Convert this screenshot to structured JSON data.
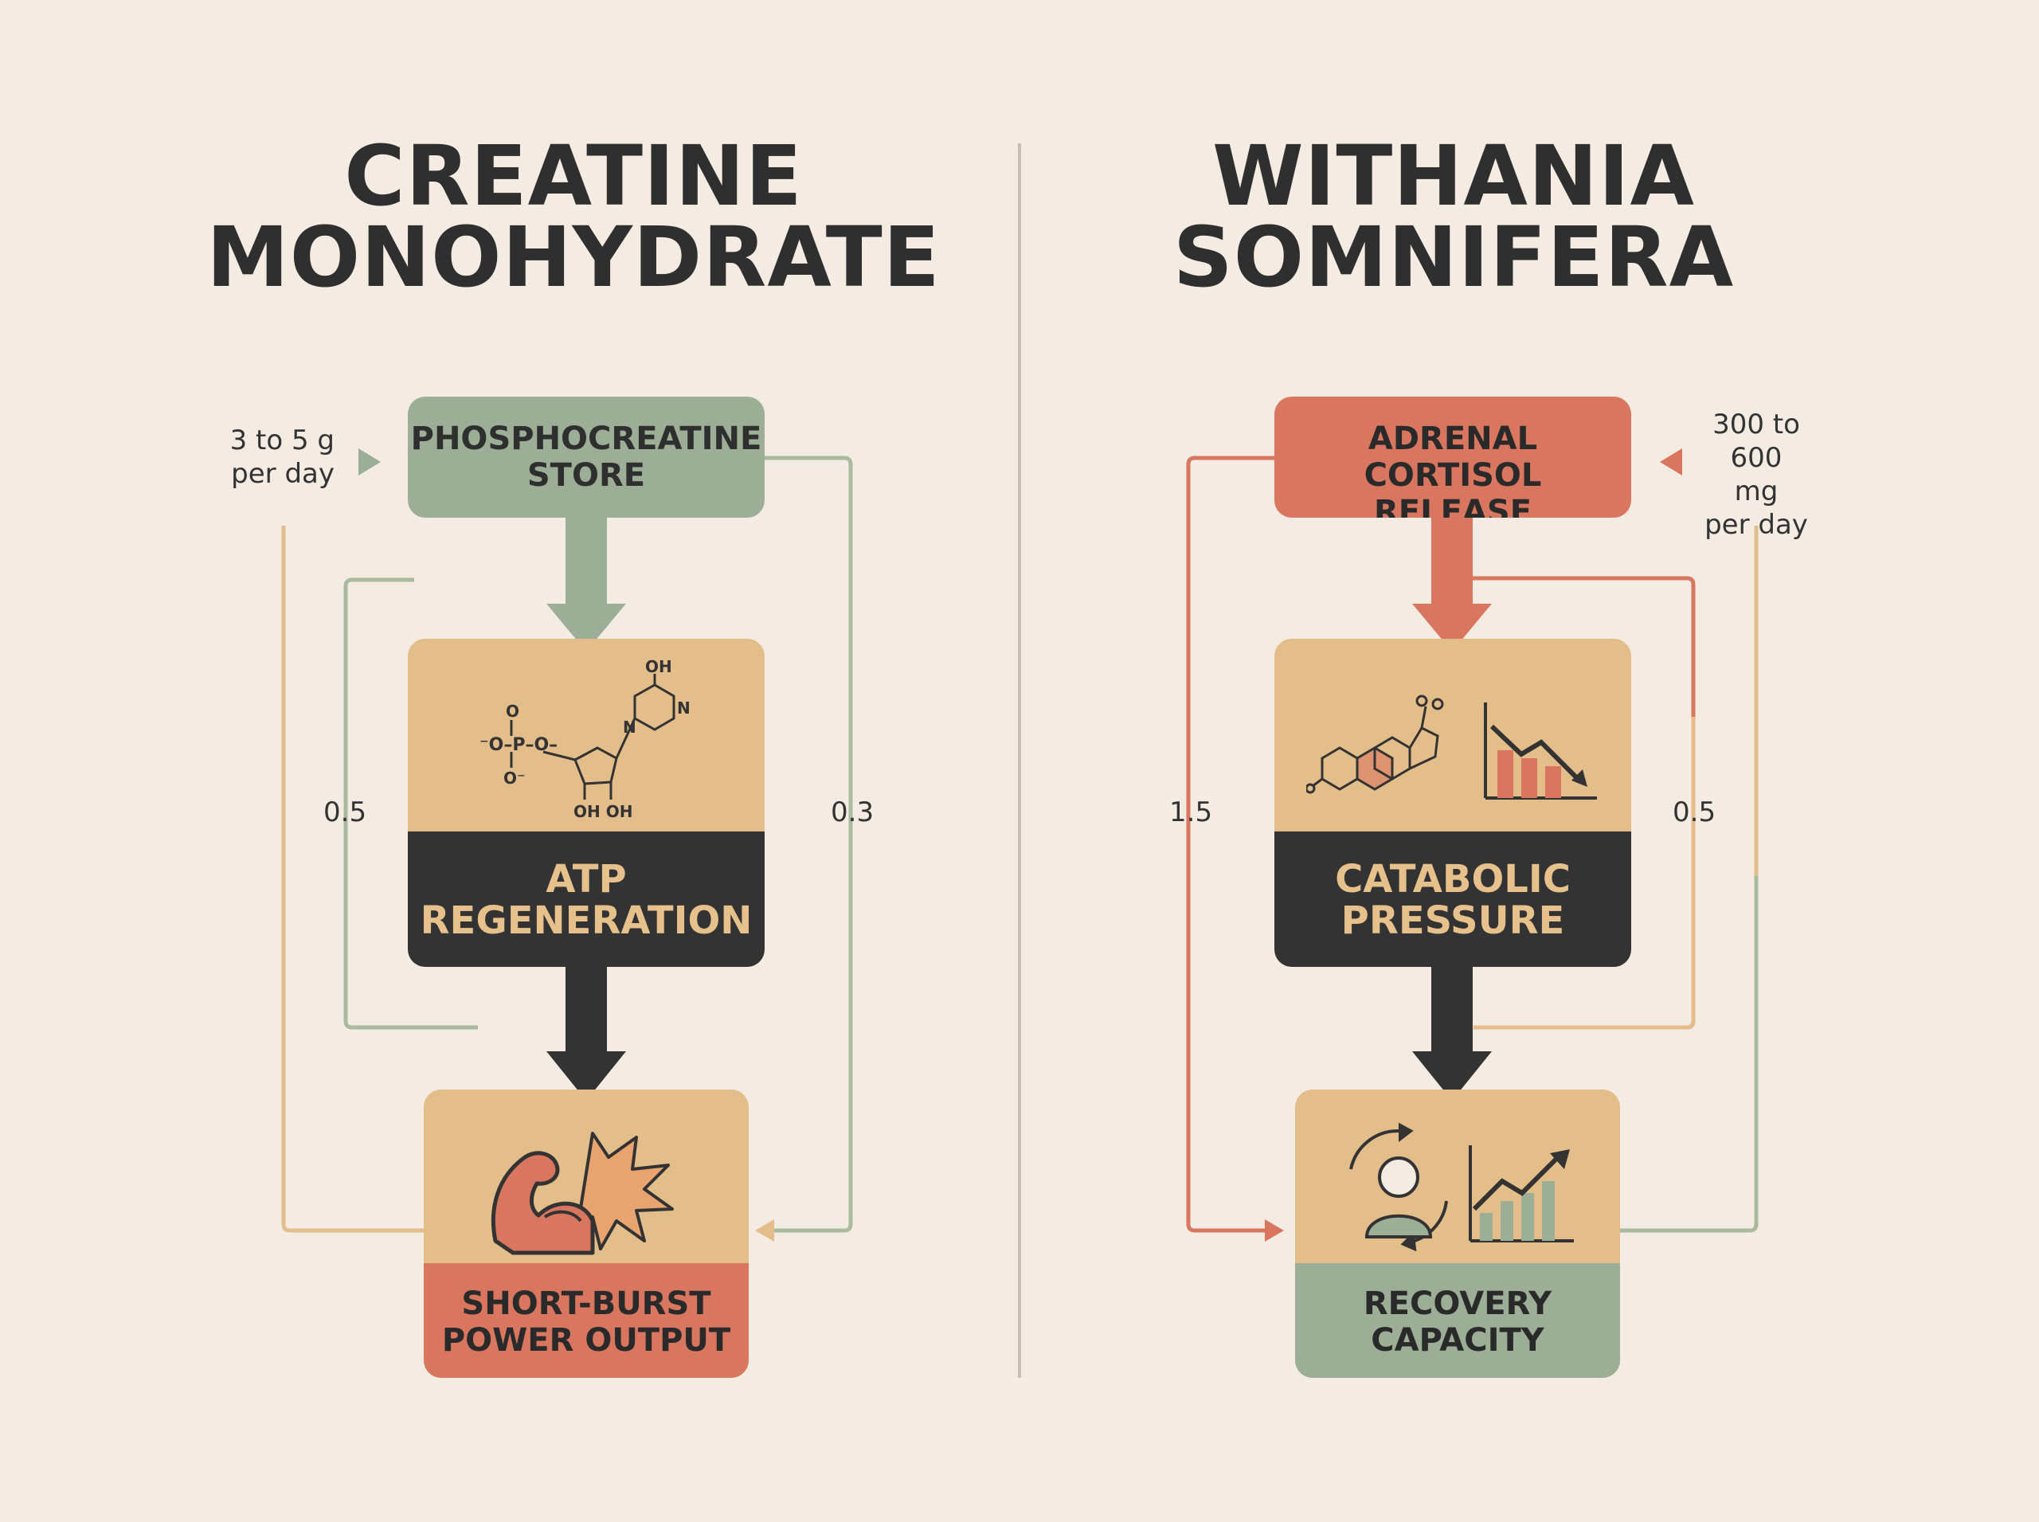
{
  "colors": {
    "background": "#f4ece3",
    "sage": "#9cae96",
    "tan": "#e3bd8a",
    "terracotta": "#d9765f",
    "charcoal": "#333333",
    "gold_text": "#e6c18c"
  },
  "left": {
    "title": "CREATINE\nMONOHYDRATE",
    "top_box": "PHOSPHOCREATINE\nSTORE",
    "dose": "3 to 5 g\nper day",
    "middle_box": {
      "label": "ATP\nREGENERATION",
      "icon": "atp-molecule-icon",
      "atoms": {
        "oh_top": "OH",
        "n1": "N",
        "n2": "N",
        "oh_bottom": "OH  OH",
        "phosphate": "⁻O–P–O–",
        "o_top": "O",
        "o_bottom": "O⁻"
      }
    },
    "bottom_box": {
      "label": "SHORT-BURST\nPOWER OUTPUT",
      "icon": "flexed-bicep-burst-icon"
    },
    "weight_left": "0.5",
    "weight_right": "0.3"
  },
  "right": {
    "title": "WITHANIA\nSOMNIFERA",
    "top_box": "ADRENAL CORTISOL\nRELEASE",
    "dose": "300 to\n600 mg\nper day",
    "middle_box": {
      "label": "CATABOLIC\nPRESSURE",
      "icon": "steroid-declining-chart-icon"
    },
    "bottom_box": {
      "label": "RECOVERY\nCAPACITY",
      "icon": "person-rising-chart-icon"
    },
    "weight_left": "1.5",
    "weight_right": "0.5"
  }
}
